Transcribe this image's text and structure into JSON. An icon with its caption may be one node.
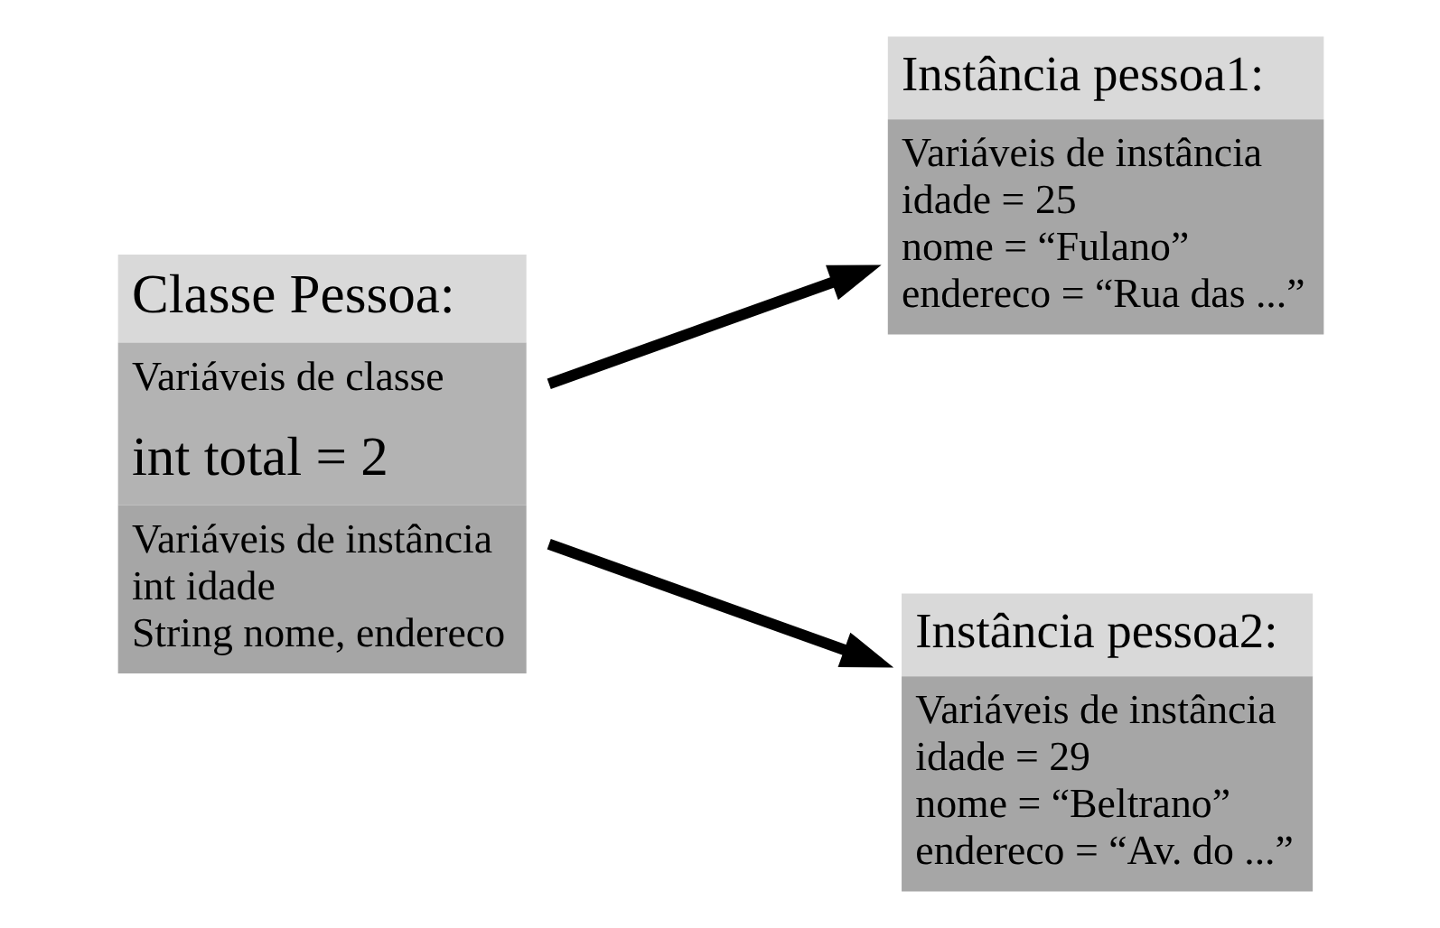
{
  "diagram": {
    "nodes": [
      {
        "text": [
          "Classe Pessoa:",
          "Variáveis de classe",
          "int total = 2",
          "Variáveis de instância",
          "int idade",
          "String nome, endereco"
        ]
      },
      {
        "text": [
          "Instância pessoa1:",
          "Variáveis de instância",
          "idade = 25",
          "nome = “Fulano”",
          "endereco = “Rua das ...”"
        ]
      },
      {
        "text": [
          "Instância pessoa2:",
          "Variáveis de instância",
          "idade = 29",
          "nome = “Beltrano”",
          "endereco = “Av. do ...”"
        ]
      }
    ],
    "edges": [
      {
        "from": 0,
        "to": 1,
        "arrow": "to"
      },
      {
        "from": 0,
        "to": 2,
        "arrow": "to"
      }
    ]
  }
}
